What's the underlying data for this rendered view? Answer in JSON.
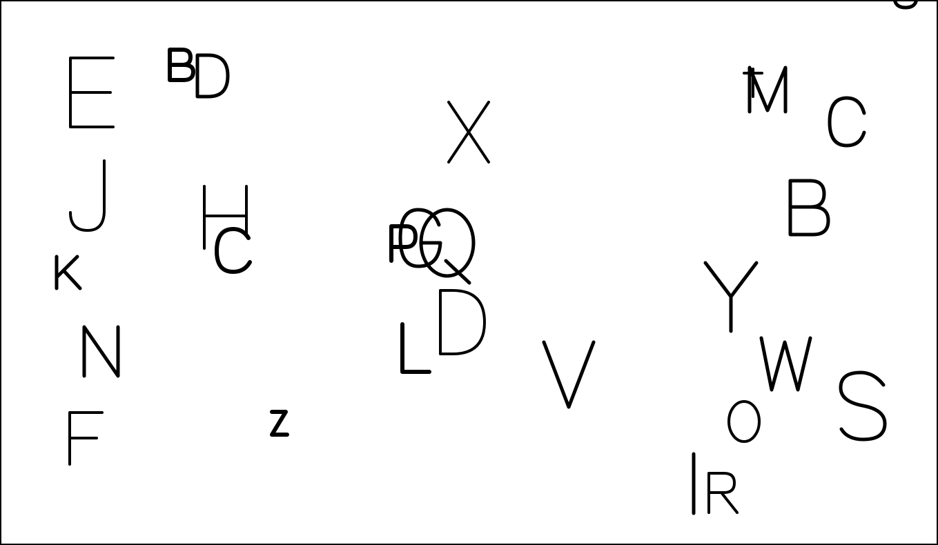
{
  "letters": {
    "E": "E",
    "B1": "B",
    "D1": "D",
    "J": "J",
    "H": "H",
    "C1": "C",
    "K": "K",
    "N": "N",
    "F": "F",
    "Z": "z",
    "X": "X",
    "P": "P",
    "G": "G",
    "Q": "Q",
    "D2": "D",
    "L": "L",
    "V": "V",
    "T": "T",
    "M": "M",
    "C2": "C",
    "B2": "B",
    "Y": "Y",
    "W": "W",
    "O": "O",
    "S": "S",
    "I": "I",
    "R": "R",
    "U": "U"
  },
  "colors": {
    "ink": "#000000",
    "background": "#ffffff",
    "border": "#000000"
  }
}
